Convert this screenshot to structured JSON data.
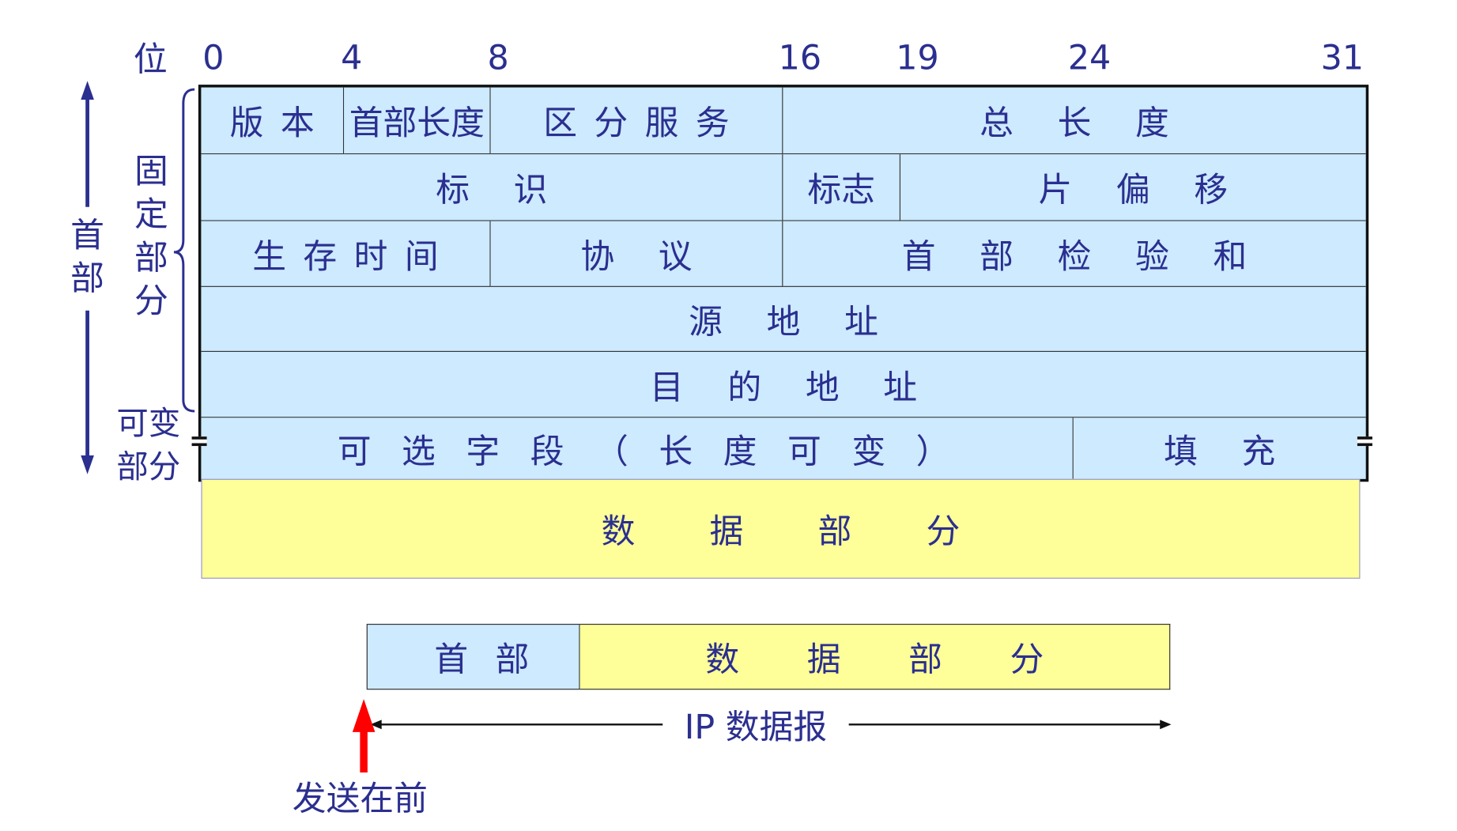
{
  "bit_axis": {
    "label": "位",
    "ticks": [
      "0",
      "4",
      "8",
      "16",
      "19",
      "24",
      "31"
    ]
  },
  "header_fields": {
    "row1": [
      "版本",
      "首部长度",
      "区分服务",
      "总长度"
    ],
    "row2": [
      "标识",
      "标志",
      "片偏移"
    ],
    "row3": [
      "生存时间",
      "协议",
      "首部检验和"
    ],
    "row4": [
      "源地址"
    ],
    "row5": [
      "目的地址"
    ],
    "row6": [
      "可选字段（长度可变）",
      "填充"
    ]
  },
  "data_section": "数据部分",
  "left_labels": {
    "header": "首部",
    "fixed": "固定部分",
    "variable_line1": "可变",
    "variable_line2": "部分"
  },
  "datagram": {
    "header": "首部",
    "data": "数据部分",
    "span_label": "IP 数据报",
    "send_first": "发送在前"
  },
  "colors": {
    "header_fill": "#cdeaff",
    "data_fill": "#ffff99",
    "text": "#2b2f8f",
    "arrow_red": "#ff0000"
  }
}
